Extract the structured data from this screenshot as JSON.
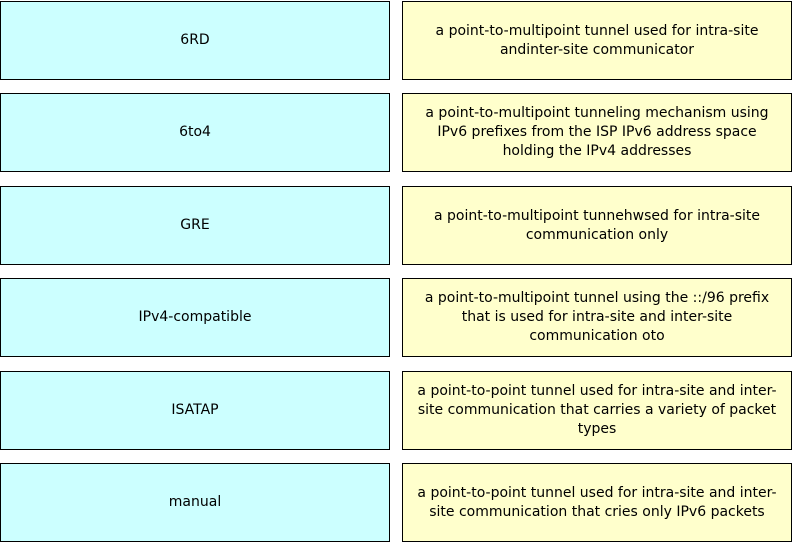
{
  "colors": {
    "term_background": "#ccffff",
    "definition_background": "#ffffcc",
    "border": "#000000"
  },
  "terms": [
    {
      "label": "6RD"
    },
    {
      "label": "6to4"
    },
    {
      "label": "GRE"
    },
    {
      "label": "IPv4-compatible"
    },
    {
      "label": "ISATAP"
    },
    {
      "label": "manual"
    }
  ],
  "definitions": [
    {
      "text": "a point-to-multipoint tunnel used for intra-site andinter-site communicator"
    },
    {
      "text": "a point-to-multipoint tunneling mechanism using IPv6 prefixes from the ISP IPv6 address space holding the IPv4 addresses"
    },
    {
      "text": "a point-to-multipoint tunnehwsed for intra-site communication only"
    },
    {
      "text": "a point-to-multipoint tunnel using the ::/96 prefix that is used for intra-site and inter-site communication oto"
    },
    {
      "text": "a point-to-point tunnel used for intra-site and inter-site communication that carries a variety of packet types"
    },
    {
      "text": "a point-to-point tunnel used for intra-site and inter-site communication that cries only IPv6 packets"
    }
  ]
}
